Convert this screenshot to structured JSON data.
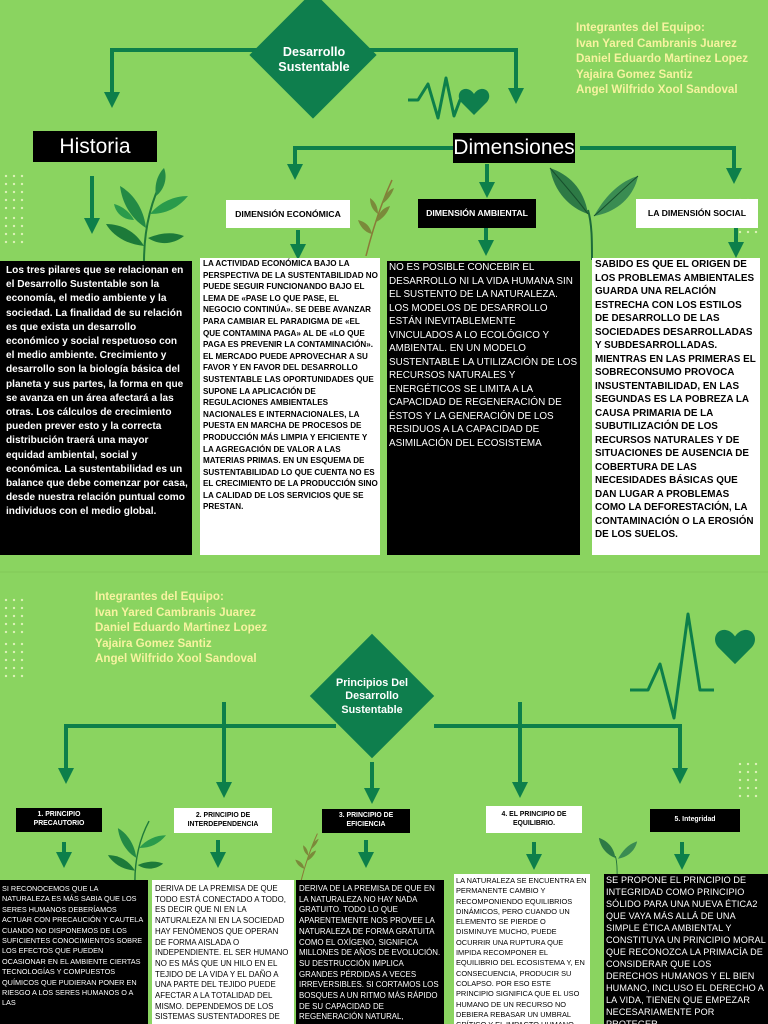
{
  "team": {
    "title": "Integrantes del Equipo:",
    "members": [
      "Ivan Yared Cambranis Juarez",
      "Daniel Eduardo Martinez Lopez",
      "Yajaira Gomez Santiz",
      "Angel Wilfrido Xool Sandoval"
    ]
  },
  "top": {
    "title_line1": "Desarrollo",
    "title_line2": "Sustentable",
    "historia_label": "Historia",
    "dimensiones_label": "Dimensiones",
    "historia_text": "Los tres pilares que se relacionan en el Desarrollo Sustentable son la economía, el medio ambiente y la sociedad. La finalidad de su relación es que exista un desarrollo económico y social respetuoso con el medio ambiente. Crecimiento y desarrollo son la biología básica del planeta y sus partes, la forma en que se avanza en un área afectará a las otras. Los cálculos de crecimiento pueden prever esto y la correcta distribución traerá una mayor equidad ambiental, social y económica. La sustentabilidad es un balance que debe comenzar por casa, desde nuestra relación puntual como individuos con el medio global.",
    "dimensions": [
      {
        "label": "DIMENSIÓN ECONÓMICA",
        "text": "LA ACTIVIDAD ECONÓMICA BAJO LA PERSPECTIVA DE LA SUSTENTABILIDAD NO PUEDE SEGUIR FUNCIONANDO BAJO EL LEMA DE «PASE LO QUE PASE, EL NEGOCIO CONTINÚA». SE DEBE AVANZAR PARA CAMBIAR EL PARADIGMA DE «EL QUE CONTAMINA PAGA» AL DE «LO QUE PAGA ES PREVENIR LA CONTAMINACIÓN». EL MERCADO PUEDE APROVECHAR A SU FAVOR Y EN FAVOR DEL DESARROLLO SUSTENTABLE LAS OPORTUNIDADES QUE SUPONE LA APLICACIÓN DE REGULACIONES AMBIENTALES NACIONALES E INTERNACIONALES, LA PUESTA EN MARCHA DE PROCESOS DE PRODUCCIÓN MÁS LIMPIA Y EFICIENTE Y LA AGREGACIÓN DE VALOR A LAS MATERIAS PRIMAS. EN UN ESQUEMA DE SUSTENTABILIDAD LO QUE CUENTA NO ES EL CRECIMIENTO DE LA PRODUCCIÓN SINO LA CALIDAD DE LOS SERVICIOS QUE SE PRESTAN."
      },
      {
        "label": "DIMENSIÓN AMBIENTAL",
        "text": "NO ES POSIBLE CONCEBIR EL DESARROLLO NI LA VIDA HUMANA SIN EL SUSTENTO DE LA NATURALEZA. LOS MODELOS DE DESARROLLO ESTÁN INEVITABLEMENTE VINCULADOS A LO ECOLÓGICO Y AMBIENTAL. EN UN MODELO SUSTENTABLE LA UTILIZACIÓN DE LOS RECURSOS NATURALES Y ENERGÉTICOS SE LIMITA A LA CAPACIDAD DE REGENERACIÓN DE ÉSTOS Y LA GENERACIÓN DE LOS RESIDUOS A LA CAPACIDAD DE ASIMILACIÓN DEL ECOSISTEMA"
      },
      {
        "label": "LA DIMENSIÓN SOCIAL",
        "text": "SABIDO ES QUE EL ORIGEN DE LOS PROBLEMAS AMBIENTALES GUARDA UNA RELACIÓN ESTRECHA CON LOS ESTILOS DE DESARROLLO DE LAS SOCIEDADES DESARROLLADAS Y SUBDESARROLLADAS. MIENTRAS EN LAS PRIMERAS EL SOBRECONSUMO PROVOCA INSUSTENTABILIDAD, EN LAS SEGUNDAS ES LA POBREZA LA CAUSA PRIMARIA DE LA SUBUTILIZACIÓN DE LOS RECURSOS NATURALES Y DE SITUACIONES DE AUSENCIA DE COBERTURA DE LAS NECESIDADES BÁSICAS QUE DAN LUGAR A PROBLEMAS COMO LA DEFORESTACIÓN, LA CONTAMINACIÓN O LA EROSIÓN DE LOS SUELOS."
      }
    ]
  },
  "bottom": {
    "title_line1": "Principios Del",
    "title_line2": "Desarrollo",
    "title_line3": "Sustentable",
    "principles": [
      {
        "label": "1. PRINCIPIO PRECAUTORIO",
        "text": "SI RECONOCEMOS QUE LA NATURALEZA ES MÁS SABIA QUE LOS SERES HUMANOS DEBERÍAMOS ACTUAR CON PRECAUCIÓN Y CAUTELA CUANDO NO DISPONEMOS DE LOS SUFICIENTES CONOCIMIENTOS SOBRE LOS EFECTOS QUE PUEDEN OCASIONAR EN EL AMBIENTE CIERTAS TECNOLOGÍAS Y COMPUESTOS QUÍMICOS QUE PUDIERAN PONER EN RIESGO A LOS SERES HUMANOS O A LAS"
      },
      {
        "label": "2. PRINCIPIO DE INTERDEPENDENCIA",
        "text": "DERIVA DE LA PREMISA DE QUE TODO ESTÁ CONECTADO A TODO, ES DECIR QUE NI EN LA NATURALEZA NI EN LA SOCIEDAD HAY FENÓMENOS QUE OPERAN DE FORMA AISLADA O INDEPENDIENTE. EL SER HUMANO NO ES MÁS QUE UN HILO EN EL TEJIDO DE LA VIDA Y EL DAÑO A UNA PARTE DEL TEJIDO PUEDE AFECTAR A LA TOTALIDAD DEL MISMO. DEPENDEMOS DE LOS SISTEMAS SUSTENTADORES DE VIDA Y"
      },
      {
        "label": "3. PRINCIPIO DE EFICIENCIA",
        "text": "DERIVA DE LA PREMISA DE QUE EN LA NATURALEZA NO HAY NADA GRATUITO. TODO LO QUE APARENTEMENTE NOS PROVEE LA NATURALEZA DE FORMA GRATUITA COMO EL OXÍGENO, SIGNIFICA MILLONES DE AÑOS DE EVOLUCIÓN. SU DESTRUCCIÓN IMPLICA GRANDES PÉRDIDAS A VECES IRREVERSIBLES. SI CORTAMOS LOS BOSQUES A UN RITMO MÁS RÁPIDO DE SU CAPACIDAD DE REGENERACIÓN NATURAL, PERDEREMOS EL RECURSO"
      },
      {
        "label": "4. EL PRINCIPIO DE EQUILIBRIO.",
        "text": "LA NATURALEZA SE ENCUENTRA EN PERMANENTE CAMBIO Y RECOMPONIENDO EQUILIBRIOS DINÁMICOS, PERO CUANDO UN ELEMENTO SE PIERDE O DISMINUYE MUCHO, PUEDE OCURRIR UNA RUPTURA QUE IMPIDA RECOMPONER EL EQUILIBRIO DEL ECOSISTEMA Y, EN CONSECUENCIA, PRODUCIR SU COLAPSO. POR ESO ESTE PRINCIPIO SIGNIFICA QUE EL USO HUMANO DE UN RECURSO NO DEBIERA REBASAR UN UMBRAL CRÍTICO Y EL IMPACTO HUMANO"
      },
      {
        "label": "5. Integridad",
        "text": "SE PROPONE EL PRINCIPIO DE INTEGRIDAD COMO PRINCIPIO SÓLIDO PARA UNA NUEVA ÉTICA2 QUE VAYA MÁS ALLÁ DE UNA SIMPLE ÉTICA AMBIENTAL Y CONSTITUYA UN PRINCIPIO MORAL QUE RECONOZCA LA PRIMACÍA DE CONSIDERAR QUE LOS DERECHOS HUMANOS Y EL BIEN HUMANO, INCLUSO EL DERECHO A LA VIDA, TIENEN QUE EMPEZAR NECESARIAMENTE POR PROTEGER"
      }
    ]
  },
  "colors": {
    "background": "#8ad460",
    "diamond": "#0e7e4d",
    "connector": "#0d7f4a",
    "team_text": "#f7f3a0"
  }
}
